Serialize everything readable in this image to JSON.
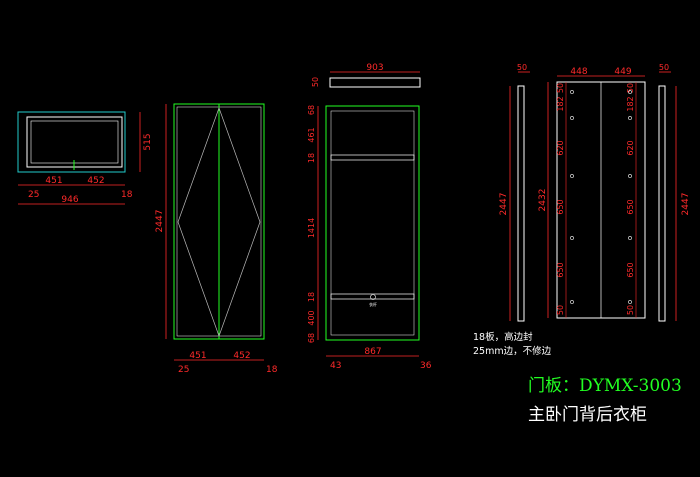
{
  "dims": {
    "v1_w1": "451",
    "v1_w2": "452",
    "v1_h": "515",
    "v1_l": "25",
    "v1_total": "946",
    "v1_r": "18",
    "v2_h": "2447",
    "v2_w1": "451",
    "v2_w2": "452",
    "v2_l": "25",
    "v2_r": "18",
    "v3_top": "903",
    "v3_top_t": "50",
    "v3_a": "68",
    "v3_b": "461",
    "v3_c": "18",
    "v3_d": "1414",
    "v3_e": "18",
    "v3_f": "400",
    "v3_g": "68",
    "v3_w": "867",
    "v3_l": "43",
    "v3_r": "36",
    "v4_t1": "50",
    "v4_h1": "2447",
    "v4_h2": "2432",
    "v4_w1": "448",
    "v4_w2": "449",
    "v4_s1": "50",
    "v4_s2": "182",
    "v4_s3": "620",
    "v4_s4": "650",
    "v4_s5": "650",
    "v4_s6": "50",
    "v4_t2": "50",
    "v4_h3": "2447"
  },
  "label_small": "衣杆",
  "notes": {
    "line1": "18板，高边封",
    "line2": "25mm边，不修边"
  },
  "title": {
    "line1": "门板：DYMX-3003",
    "line2": "主卧门背后衣柜"
  },
  "colors": {
    "green": "#22ff22",
    "red": "#ff2a2a",
    "white": "#ffffff",
    "cyan": "#22cccc"
  }
}
